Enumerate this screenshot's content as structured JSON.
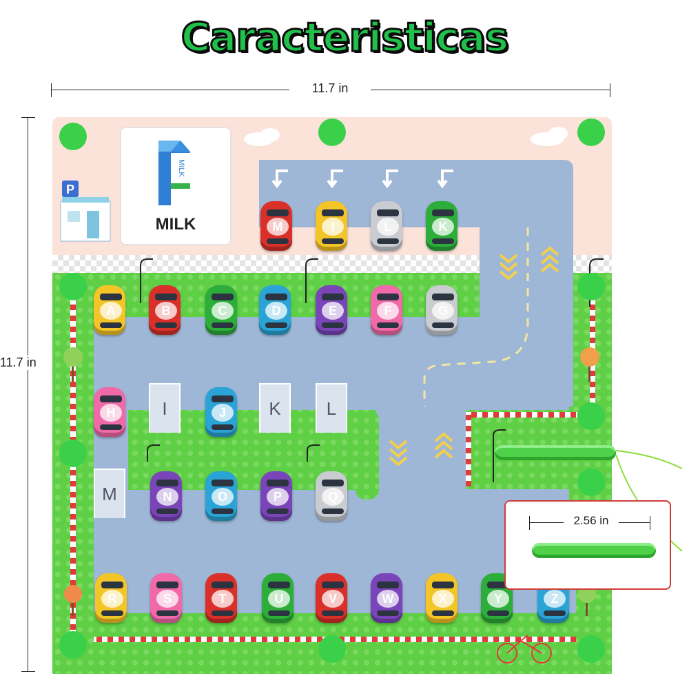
{
  "title": "Caracteristicas",
  "dimensions": {
    "width": "11.7 in",
    "height": "11.7 in",
    "pen_length": "2.56 in"
  },
  "card_word": "MILK",
  "milk_carton_text": "MILK",
  "colors": {
    "title": "#1fc14a",
    "grass": "#5fcf45",
    "road": "#9fb7d6",
    "top_strip": "#fbe3da",
    "pen": "#4fd24a"
  },
  "top_row_cars": [
    {
      "letter": "M",
      "color": "#d9302a"
    },
    {
      "letter": "I",
      "color": "#f4c526"
    },
    {
      "letter": "L",
      "color": "#c9ccd0"
    },
    {
      "letter": "K",
      "color": "#2dae3a"
    }
  ],
  "row1_cars": [
    {
      "letter": "A",
      "color": "#f4c526"
    },
    {
      "letter": "B",
      "color": "#d9302a"
    },
    {
      "letter": "C",
      "color": "#2dae3a"
    },
    {
      "letter": "D",
      "color": "#2aa3d6"
    },
    {
      "letter": "E",
      "color": "#7a45b8"
    },
    {
      "letter": "F",
      "color": "#f06aa9"
    },
    {
      "letter": "G",
      "color": "#c9ccd0"
    }
  ],
  "row2_items": [
    {
      "letter": "H",
      "color": "#f06aa9",
      "car": true
    },
    {
      "letter": "I",
      "car": false
    },
    {
      "letter": "J",
      "color": "#2aa3d6",
      "car": true
    },
    {
      "letter": "K",
      "car": false
    },
    {
      "letter": "L",
      "car": false
    }
  ],
  "row3_items": [
    {
      "letter": "M",
      "car": false
    },
    {
      "letter": "N",
      "color": "#7a45b8",
      "car": true
    },
    {
      "letter": "O",
      "color": "#2aa3d6",
      "car": true
    },
    {
      "letter": "P",
      "color": "#7a45b8",
      "car": true
    },
    {
      "letter": "Q",
      "color": "#c9ccd0",
      "car": true
    }
  ],
  "row4_cars": [
    {
      "letter": "R",
      "color": "#f4c526"
    },
    {
      "letter": "S",
      "color": "#f06aa9"
    },
    {
      "letter": "T",
      "color": "#d9302a"
    },
    {
      "letter": "U",
      "color": "#2dae3a"
    },
    {
      "letter": "V",
      "color": "#d9302a"
    },
    {
      "letter": "W",
      "color": "#7a45b8"
    },
    {
      "letter": "X",
      "color": "#f4c526"
    },
    {
      "letter": "Y",
      "color": "#2dae3a"
    },
    {
      "letter": "Z",
      "color": "#2aa3d6"
    }
  ]
}
